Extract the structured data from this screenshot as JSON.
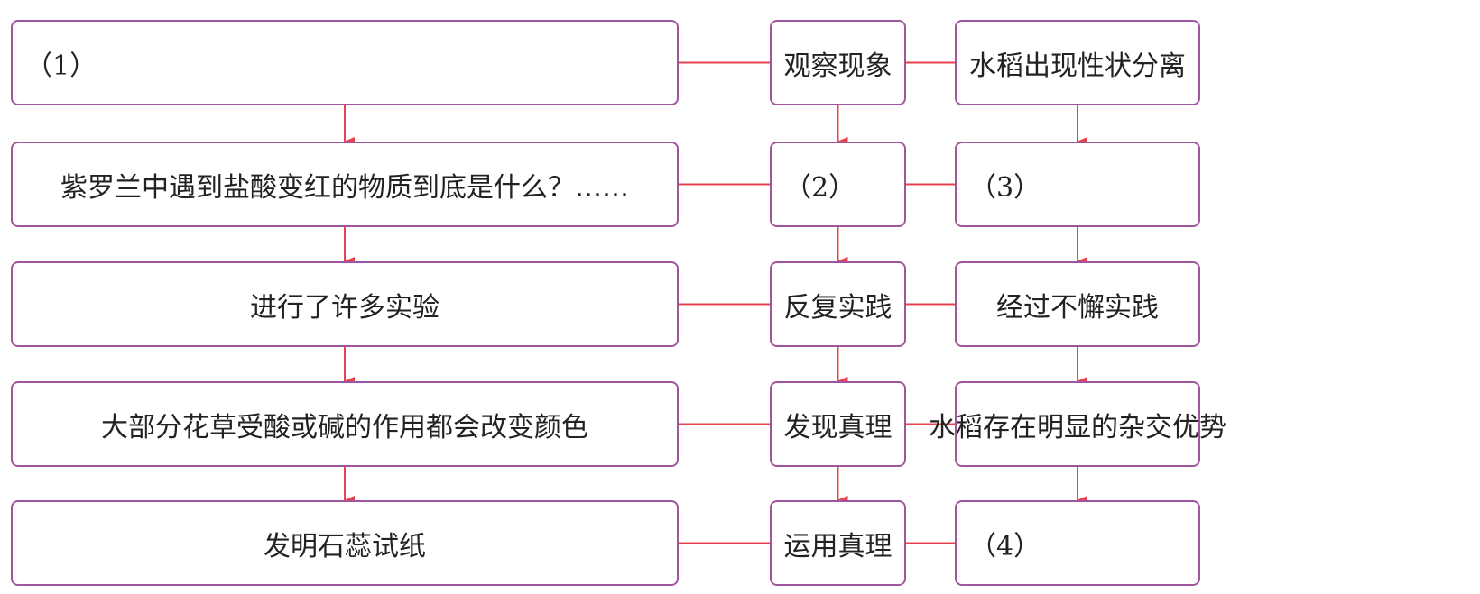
{
  "diagram": {
    "type": "flowchart",
    "columns": [
      {
        "id": "example-litmus",
        "nodes": [
          {
            "id": "c1-r1",
            "label": "（1）",
            "placeholder": true
          },
          {
            "id": "c1-r2",
            "label": "紫罗兰中遇到盐酸变红的物质到底是什么？……"
          },
          {
            "id": "c1-r3",
            "label": "进行了许多实验"
          },
          {
            "id": "c1-r4",
            "label": "大部分花草受酸或碱的作用都会改变颜色"
          },
          {
            "id": "c1-r5",
            "label": "发明石蕊试纸"
          }
        ]
      },
      {
        "id": "process",
        "nodes": [
          {
            "id": "c2-r1",
            "label": "观察现象"
          },
          {
            "id": "c2-r2",
            "label": "（2）",
            "placeholder": true
          },
          {
            "id": "c2-r3",
            "label": "反复实践"
          },
          {
            "id": "c2-r4",
            "label": "发现真理"
          },
          {
            "id": "c2-r5",
            "label": "运用真理"
          }
        ]
      },
      {
        "id": "example-rice",
        "nodes": [
          {
            "id": "c3-r1",
            "label": "水稻出现性状分离"
          },
          {
            "id": "c3-r2",
            "label": "（3）",
            "placeholder": true
          },
          {
            "id": "c3-r3",
            "label": "经过不懈实践"
          },
          {
            "id": "c3-r4",
            "label": "水稻存在明显的杂交优势"
          },
          {
            "id": "c3-r5",
            "label": "（4）",
            "placeholder": true
          }
        ]
      }
    ],
    "edges": "vertical arrows down each column; horizontal lines connect rows across columns",
    "colors": {
      "box_border": "#a0559f",
      "connector": "#e8414f",
      "text": "#222222"
    }
  }
}
